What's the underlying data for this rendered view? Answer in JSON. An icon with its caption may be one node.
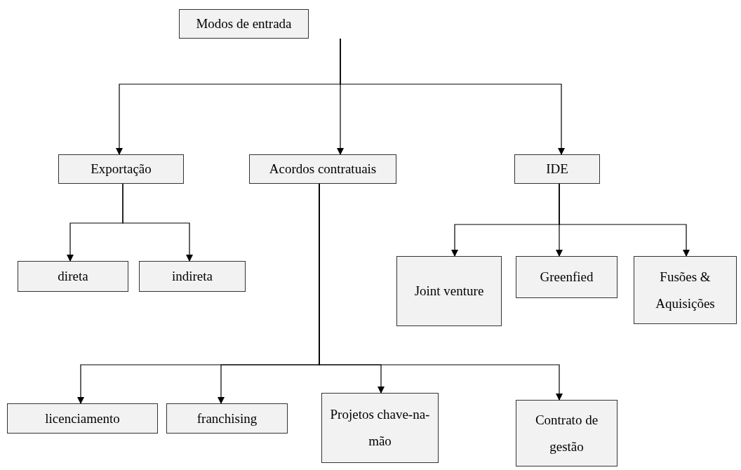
{
  "diagram": {
    "nodes": [
      {
        "text": [
          "Modos de entrada"
        ]
      },
      {
        "text": [
          "Exportação"
        ]
      },
      {
        "text": [
          "Acordos contratuais"
        ]
      },
      {
        "text": [
          "IDE"
        ]
      },
      {
        "text": [
          "direta"
        ]
      },
      {
        "text": [
          "indireta"
        ]
      },
      {
        "text": [
          "Joint venture"
        ]
      },
      {
        "text": [
          "Greenfied"
        ]
      },
      {
        "text": [
          "Fusões & Aquisições"
        ]
      },
      {
        "text": [
          "licenciamento"
        ]
      },
      {
        "text": [
          "franchising"
        ]
      },
      {
        "text": [
          "Projetos chave-na-mão"
        ]
      },
      {
        "text": [
          "Contrato de gestão"
        ]
      }
    ],
    "edges": [
      {
        "from": 0,
        "to": 1,
        "arrow": "to"
      },
      {
        "from": 0,
        "to": 2,
        "arrow": "to"
      },
      {
        "from": 0,
        "to": 3,
        "arrow": "to"
      },
      {
        "from": 1,
        "to": 4,
        "arrow": "to"
      },
      {
        "from": 1,
        "to": 5,
        "arrow": "to"
      },
      {
        "from": 3,
        "to": 6,
        "arrow": "to"
      },
      {
        "from": 3,
        "to": 7,
        "arrow": "to"
      },
      {
        "from": 3,
        "to": 8,
        "arrow": "to"
      },
      {
        "from": 2,
        "to": 9,
        "arrow": "to"
      },
      {
        "from": 2,
        "to": 10,
        "arrow": "to"
      },
      {
        "from": 2,
        "to": 11,
        "arrow": "to"
      },
      {
        "from": 2,
        "to": 12,
        "arrow": "to"
      }
    ]
  }
}
